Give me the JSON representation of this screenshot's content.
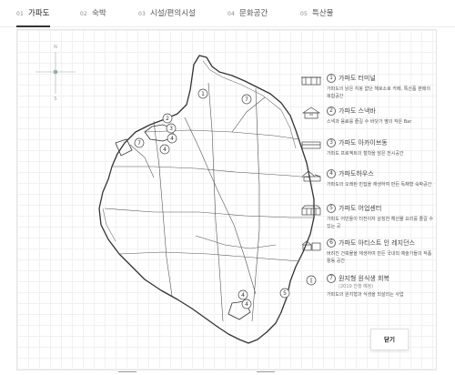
{
  "tabs": [
    {
      "num": "01",
      "label": "가파도"
    },
    {
      "num": "02",
      "label": "숙박"
    },
    {
      "num": "03",
      "label": "시설/편의시설"
    },
    {
      "num": "04",
      "label": "문화공간"
    },
    {
      "num": "05",
      "label": "특산물"
    }
  ],
  "compass": {
    "north": "N",
    "south": "S"
  },
  "markers": [
    "1",
    "7",
    "2",
    "3",
    "4",
    "7",
    "4",
    "4",
    "4",
    "5"
  ],
  "legend": [
    {
      "num": "1",
      "title": "가파도 터미널",
      "sub": "",
      "desc": "가파도의 낡은 지붕 없던 해로소로 카페, 특산품 판매의 복합공간"
    },
    {
      "num": "2",
      "title": "가파도 스낵바",
      "sub": "",
      "desc": "스낵과 음료를 즐길 수 바닷가 옆의 작은 Bar"
    },
    {
      "num": "3",
      "title": "가파도 아카이브동",
      "sub": "",
      "desc": "가파도 프로젝트의 철학을 담은 전시공간"
    },
    {
      "num": "4",
      "title": "가파도하우스",
      "sub": "",
      "desc": "가파도의 오래된 빈집을 재생하여 만든 독채형 숙박공간"
    },
    {
      "num": "5",
      "title": "가파도 어업센터",
      "sub": "",
      "desc": "가파도 어민들이 터전이자 상징한 해산물 요리를 즐길 수 있는 곳"
    },
    {
      "num": "6",
      "title": "가파도 아티스트 인 레지던스",
      "sub": "",
      "desc": "버려진 건축물을 재생하여 만든 국내외 예술가들의 작품활동 공간"
    },
    {
      "num": "7",
      "title": "원지형 원식생 회복",
      "sub": "(2019 진행 예정)",
      "desc": "가파도의 원지형과 식생을 되살리는 사업"
    }
  ],
  "close_label": "닫기",
  "colors": {
    "line": "#333333",
    "grid": "#f1f1f1",
    "accent": "#333333"
  }
}
